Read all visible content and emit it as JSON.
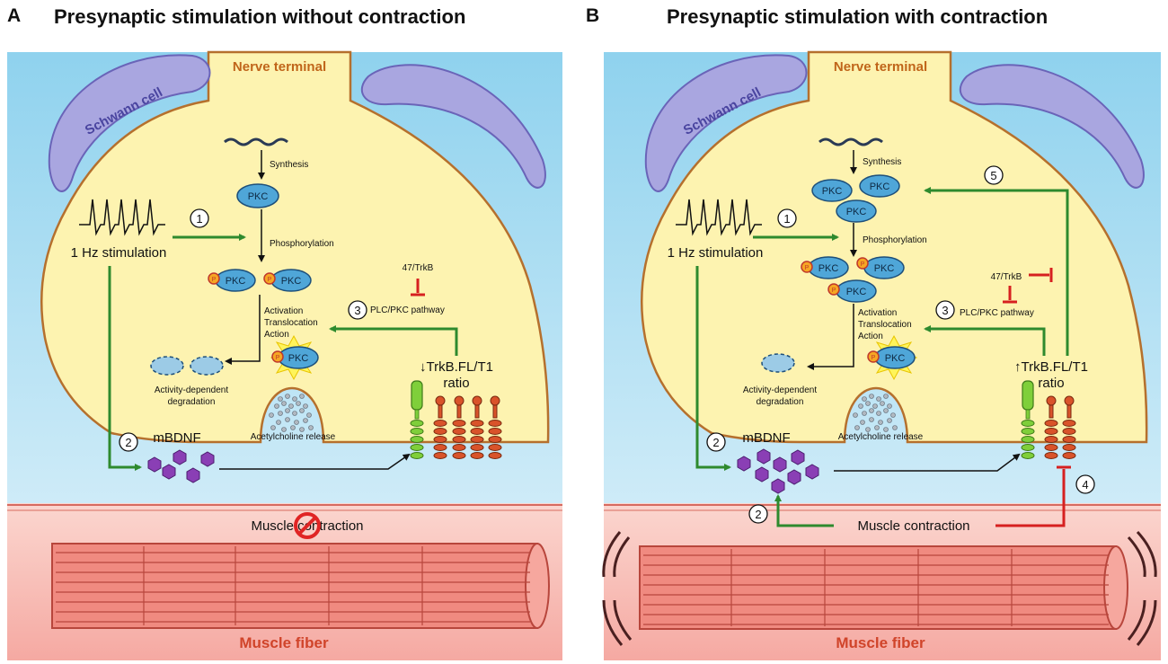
{
  "panels": [
    {
      "letter": "A",
      "title": "Presynaptic stimulation without contraction",
      "labels": {
        "nerve_terminal": "Nerve terminal",
        "schwann_cell": "Schwann cell",
        "synthesis": "Synthesis",
        "phosphorylation": "Phosphorylation",
        "stimulation": "1 Hz stimulation",
        "inhibitor": "47/TrkB",
        "pathway": "PLC/PKC pathway",
        "activation": "Activation",
        "translocation": "Translocation",
        "action": "Action",
        "ratio_line1": "↓TrkB.FL/T1",
        "ratio_line2": "ratio",
        "degradation_line1": "Activity-dependent",
        "degradation_line2": "degradation",
        "ach_release": "Acetylcholine release",
        "mbdnf": "mBDNF",
        "muscle_contraction": "Muscle contraction",
        "muscle_fiber": "Muscle fiber"
      },
      "step_numbers": [
        "1",
        "2",
        "3"
      ]
    },
    {
      "letter": "B",
      "title": "Presynaptic stimulation with contraction",
      "labels": {
        "nerve_terminal": "Nerve terminal",
        "schwann_cell": "Schwann cell",
        "synthesis": "Synthesis",
        "phosphorylation": "Phosphorylation",
        "stimulation": "1 Hz stimulation",
        "inhibitor": "47/TrkB",
        "pathway": "PLC/PKC pathway",
        "activation": "Activation",
        "translocation": "Translocation",
        "action": "Action",
        "ratio_line1": "↑TrkB.FL/T1",
        "ratio_line2": "ratio",
        "degradation_line1": "Activity-dependent",
        "degradation_line2": "degradation",
        "ach_release": "Acetylcholine release",
        "mbdnf": "mBDNF",
        "muscle_contraction": "Muscle contraction",
        "muscle_fiber": "Muscle fiber"
      },
      "step_numbers": [
        "1",
        "2",
        "2",
        "3",
        "4",
        "5"
      ]
    }
  ],
  "molecules": {
    "pkc": "PKC",
    "phospho": "P"
  },
  "colors": {
    "extracellular": "#bfe3f3",
    "terminal": "#fdf3b0",
    "schwann": "#a9a6e0",
    "muscle": "#f6b7b0",
    "activation_arrow": "#2e8a2e",
    "inhibition": "#d62020",
    "pkc": "#4fa6d8",
    "mbdnf": "#8a3fb5",
    "trkb_fl": "#7fcf3a",
    "trkb_t1": "#d9532a"
  },
  "icons": [
    "prohibition-icon",
    "spike-train-icon",
    "mrna-icon",
    "vesicle-icon"
  ]
}
